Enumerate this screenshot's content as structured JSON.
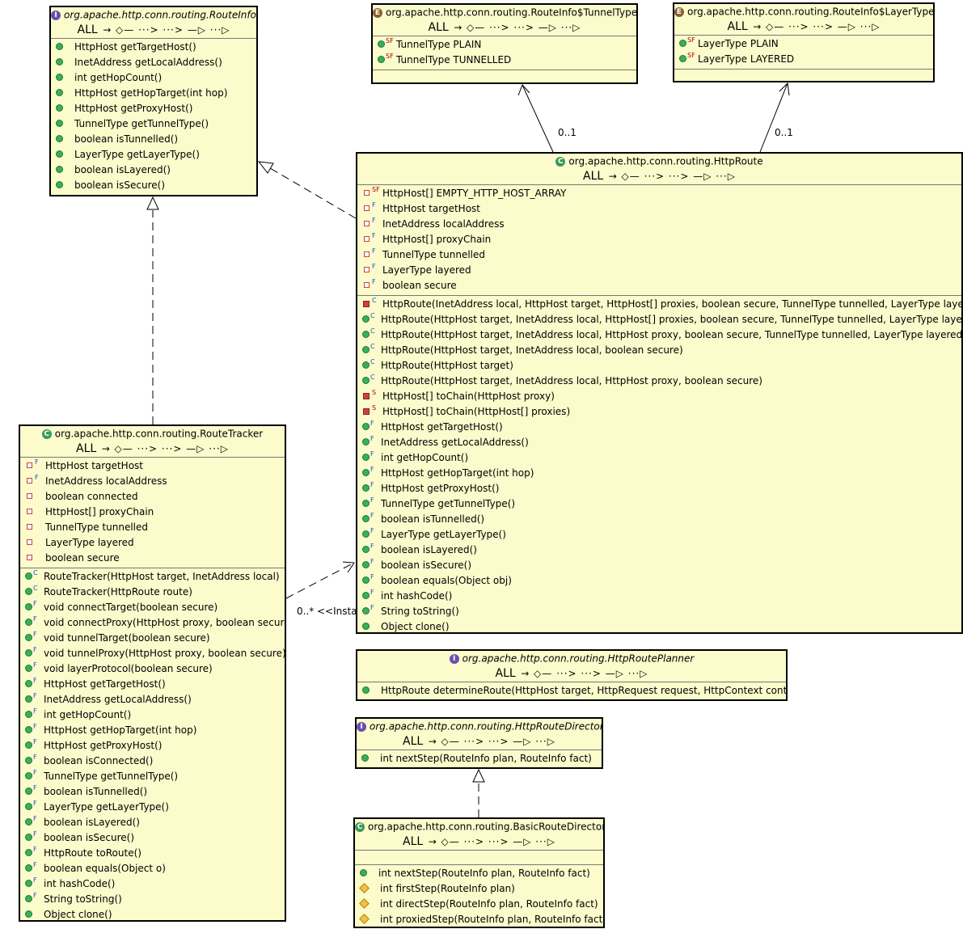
{
  "filter": {
    "all_label": "ALL",
    "arrows": "→ ◇— ···> ···> —▷ ···▷"
  },
  "route_info": {
    "title": "org.apache.http.conn.routing.RouteInfo",
    "methods": [
      "HttpHost getTargetHost()",
      "InetAddress getLocalAddress()",
      "int getHopCount()",
      "HttpHost getHopTarget(int hop)",
      "HttpHost getProxyHost()",
      "TunnelType getTunnelType()",
      "boolean isTunnelled()",
      "LayerType getLayerType()",
      "boolean isLayered()",
      "boolean isSecure()"
    ]
  },
  "tunnel_type": {
    "title": "org.apache.http.conn.routing.RouteInfo$TunnelType",
    "literals": [
      "TunnelType PLAIN",
      "TunnelType TUNNELLED"
    ]
  },
  "layer_type": {
    "title": "org.apache.http.conn.routing.RouteInfo$LayerType",
    "literals": [
      "LayerType PLAIN",
      "LayerType LAYERED"
    ]
  },
  "http_route": {
    "title": "org.apache.http.conn.routing.HttpRoute",
    "fields": [
      "HttpHost[] EMPTY_HTTP_HOST_ARRAY",
      "HttpHost targetHost",
      "InetAddress localAddress",
      "HttpHost[] proxyChain",
      "TunnelType tunnelled",
      "LayerType layered",
      "boolean secure"
    ],
    "methods": [
      "HttpRoute(InetAddress local, HttpHost target, HttpHost[] proxies, boolean secure, TunnelType tunnelled, LayerType layered)",
      "HttpRoute(HttpHost target, InetAddress local, HttpHost[] proxies, boolean secure, TunnelType tunnelled, LayerType layered)",
      "HttpRoute(HttpHost target, InetAddress local, HttpHost proxy, boolean secure, TunnelType tunnelled, LayerType layered)",
      "HttpRoute(HttpHost target, InetAddress local, boolean secure)",
      "HttpRoute(HttpHost target)",
      "HttpRoute(HttpHost target, InetAddress local, HttpHost proxy, boolean secure)",
      "HttpHost[] toChain(HttpHost proxy)",
      "HttpHost[] toChain(HttpHost[] proxies)",
      "HttpHost getTargetHost()",
      "InetAddress getLocalAddress()",
      "int getHopCount()",
      "HttpHost getHopTarget(int hop)",
      "HttpHost getProxyHost()",
      "TunnelType getTunnelType()",
      "boolean isTunnelled()",
      "LayerType getLayerType()",
      "boolean isLayered()",
      "boolean isSecure()",
      "boolean equals(Object obj)",
      "int hashCode()",
      "String toString()",
      "Object clone()"
    ]
  },
  "route_tracker": {
    "title": "org.apache.http.conn.routing.RouteTracker",
    "fields": [
      "HttpHost targetHost",
      "InetAddress localAddress",
      "boolean connected",
      "HttpHost[] proxyChain",
      "TunnelType tunnelled",
      "LayerType layered",
      "boolean secure"
    ],
    "methods": [
      "RouteTracker(HttpHost target, InetAddress local)",
      "RouteTracker(HttpRoute route)",
      "void connectTarget(boolean secure)",
      "void connectProxy(HttpHost proxy, boolean secure)",
      "void tunnelTarget(boolean secure)",
      "void tunnelProxy(HttpHost proxy, boolean secure)",
      "void layerProtocol(boolean secure)",
      "HttpHost getTargetHost()",
      "InetAddress getLocalAddress()",
      "int getHopCount()",
      "HttpHost getHopTarget(int hop)",
      "HttpHost getProxyHost()",
      "boolean isConnected()",
      "TunnelType getTunnelType()",
      "boolean isTunnelled()",
      "LayerType getLayerType()",
      "boolean isLayered()",
      "boolean isSecure()",
      "HttpRoute toRoute()",
      "boolean equals(Object o)",
      "int hashCode()",
      "String toString()",
      "Object clone()"
    ]
  },
  "route_planner": {
    "title": "org.apache.http.conn.routing.HttpRoutePlanner",
    "methods": [
      "HttpRoute determineRoute(HttpHost target, HttpRequest request, HttpContext context)"
    ]
  },
  "route_director": {
    "title": "org.apache.http.conn.routing.HttpRouteDirector",
    "methods": [
      "int nextStep(RouteInfo plan, RouteInfo fact)"
    ]
  },
  "basic_director": {
    "title": "org.apache.http.conn.routing.BasicRouteDirector",
    "methods": [
      "int nextStep(RouteInfo plan, RouteInfo fact)",
      "int firstStep(RouteInfo plan)",
      "int directStep(RouteInfo plan, RouteInfo fact)",
      "int proxiedStep(RouteInfo plan, RouteInfo fact)"
    ]
  },
  "edge_labels": {
    "tunnel_mult": "0..1",
    "layer_mult": "0..1",
    "tracker_mult": "0..*",
    "instantiation": "<<Instantiation>>"
  }
}
